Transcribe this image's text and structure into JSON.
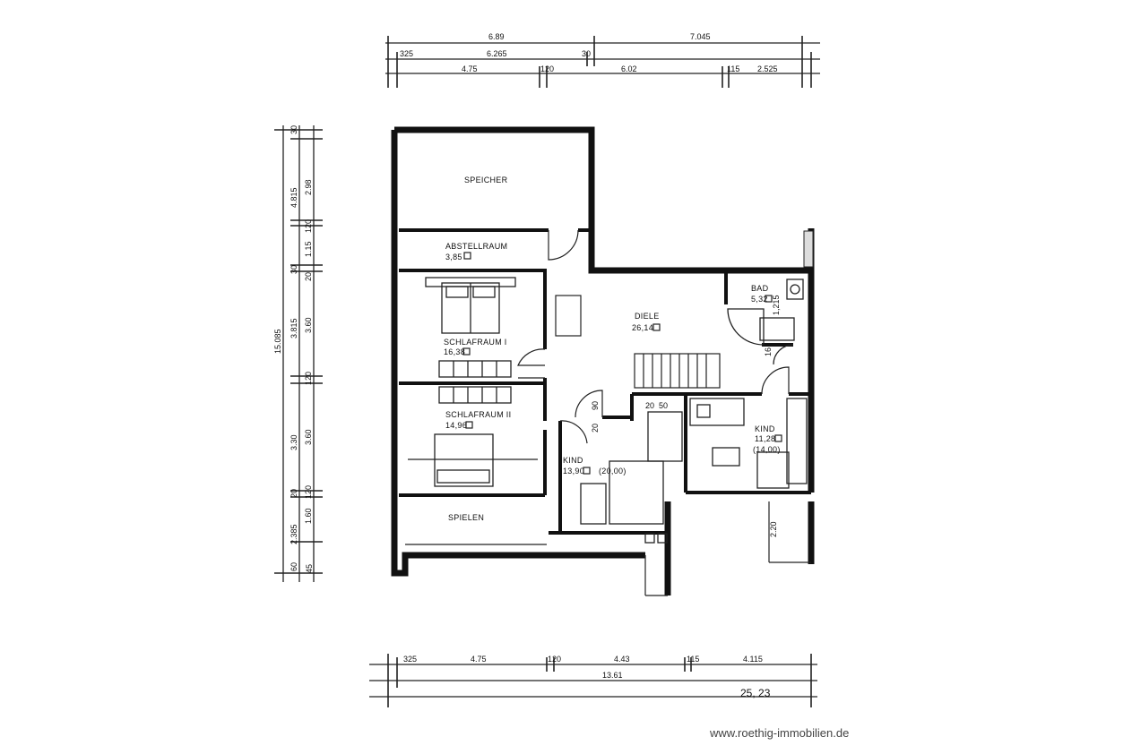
{
  "rooms": {
    "speicher": {
      "name": "SPEICHER"
    },
    "abstellraum": {
      "name": "ABSTELLRAUM",
      "area": "3,85"
    },
    "schlafraum1": {
      "name": "SCHLAFRAUM I",
      "area": "16,38"
    },
    "schlafraum2": {
      "name": "SCHLAFRAUM II",
      "area": "14,96"
    },
    "spielen": {
      "name": "SPIELEN"
    },
    "diele": {
      "name": "DIELE",
      "area": "26,14"
    },
    "bad": {
      "name": "BAD",
      "area": "5,32",
      "extra": "1,215"
    },
    "kind1": {
      "name": "KIND",
      "area": "13,90",
      "area_total": "(20,00)"
    },
    "kind2": {
      "name": "KIND",
      "area": "11,28",
      "area_total": "(14,00)"
    }
  },
  "interior_dims": {
    "d90": "90",
    "d20a": "20",
    "d20b": "20",
    "d50": "50",
    "d16": "16",
    "d220": "2.20"
  },
  "top_dims": {
    "row1": [
      "6.89",
      "7.045"
    ],
    "row2": [
      "325",
      "6.265",
      "30"
    ],
    "row3": [
      "4.75",
      "120",
      "6.02",
      "115",
      "2.525"
    ]
  },
  "left_dims": {
    "outer": "15.085",
    "col1": [
      "30",
      "4.815",
      "30",
      "3.815",
      "20",
      "2.385",
      "60",
      "45"
    ],
    "col2": [
      "2.98",
      "120",
      "1.15",
      "20",
      "3.60",
      "120",
      "3.60",
      "3.30",
      "120",
      "1.60"
    ]
  },
  "bottom_dims": {
    "row1": [
      "325",
      "4.75",
      "120",
      "4.43",
      "115",
      "4.115"
    ],
    "row2": "13.61",
    "row3": "25, 23"
  },
  "watermark": "www.roethig-immobilien.de"
}
